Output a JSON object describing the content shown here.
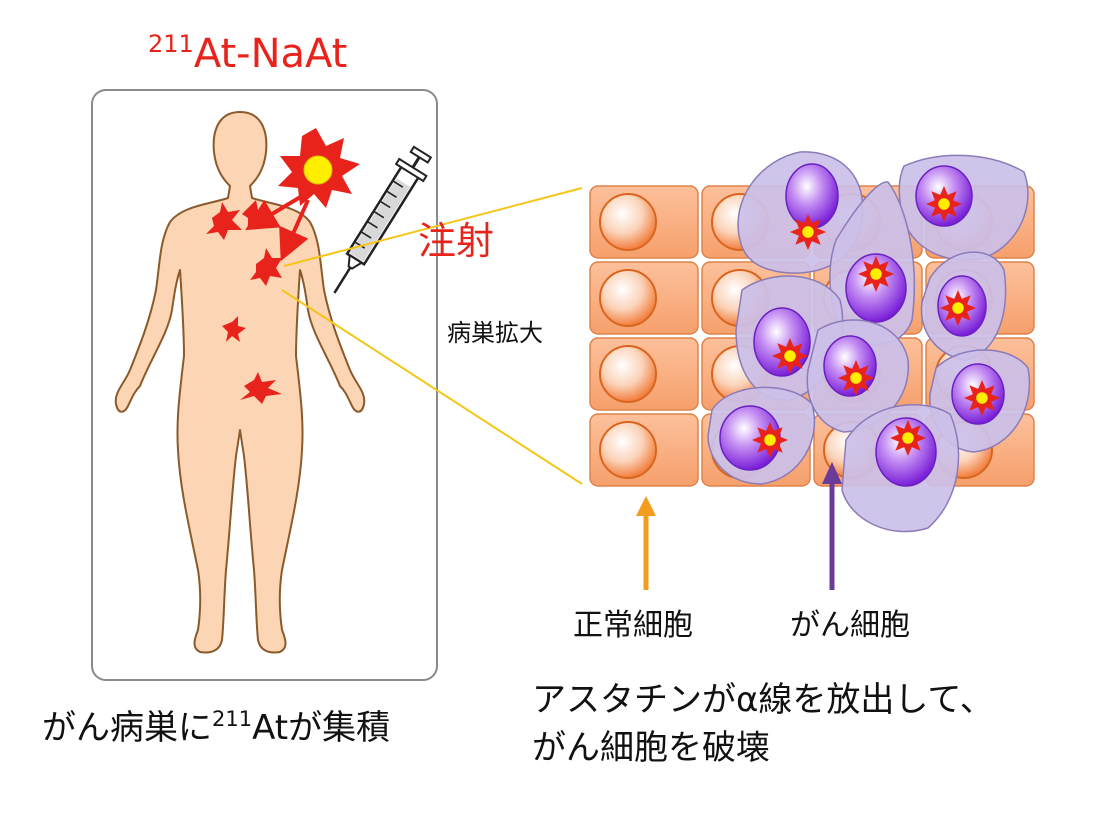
{
  "title": {
    "superscript": "211",
    "text": "At-NaAt"
  },
  "labels": {
    "injection": "注射",
    "lesion_enlarged": "病巣拡大",
    "normal_cells": "正常細胞",
    "cancer_cells": "がん細胞"
  },
  "captions": {
    "left_before": "がん病巣に",
    "left_superscript": "211",
    "left_after": "Atが集積",
    "right_line1": "アスタチンがα線を放出して、",
    "right_line2": "がん細胞を破壊"
  },
  "colors": {
    "red": "#e8231b",
    "normal_cell": "#f7a675",
    "cancer_cell": "#cbbfe8",
    "nucleus": "#8a32e0",
    "orange_arrow": "#f39c1d",
    "purple_arrow": "#6a3b98"
  }
}
